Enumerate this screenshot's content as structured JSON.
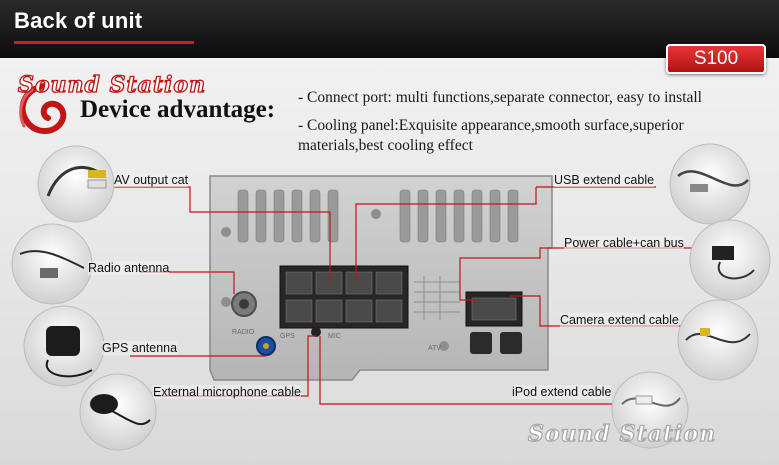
{
  "header": {
    "title": "Back of unit",
    "model": "S100"
  },
  "logo": {
    "brand": "Sound Station"
  },
  "advantages": {
    "heading": "Device advantage:",
    "items": [
      "- Connect port: multi functions,separate connector, easy to install",
      "- Cooling panel:Exquisite appearance,smooth surface,superior materials,best cooling effect"
    ]
  },
  "callouts": {
    "av_output": "AV output cat",
    "radio_antenna": "Radio antenna",
    "gps_antenna": "GPS antenna",
    "mic_cable": "External microphone cable",
    "usb_cable": "USB extend cable",
    "power_cable": "Power cable+can bus",
    "camera_cable": "Camera extend cable",
    "ipod_cable": "iPod extend cable"
  },
  "panel_labels": {
    "radio": "RADIO",
    "gps": "GPS",
    "mic": "MIC",
    "atv": "ATV"
  },
  "colors": {
    "accent": "#c41414",
    "badge": "#d42020",
    "header_bg": "#1a1a1a"
  },
  "icons": [
    "swirl-logo-icon",
    "av-cable-photo-icon",
    "radio-antenna-photo-icon",
    "gps-antenna-photo-icon",
    "microphone-photo-icon",
    "usb-cable-photo-icon",
    "power-cable-photo-icon",
    "camera-cable-photo-icon",
    "ipod-cable-photo-icon"
  ]
}
